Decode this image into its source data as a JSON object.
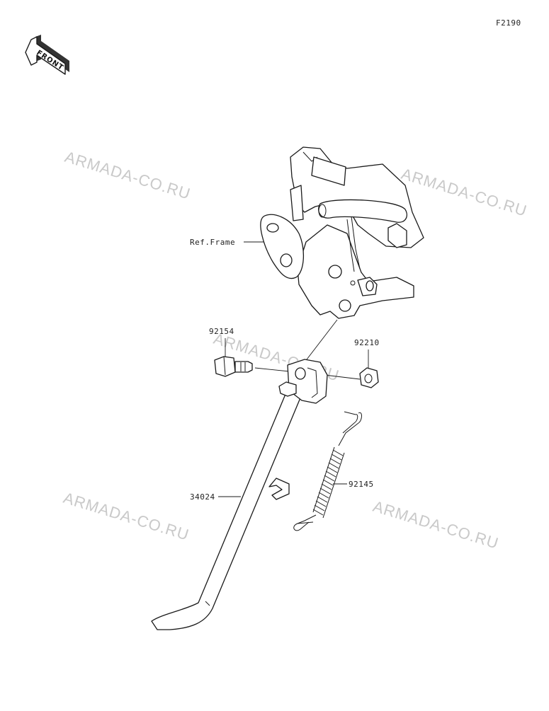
{
  "diagram_code": "F2190",
  "front_badge": "FRONT",
  "watermark": "ARMADA-CO.RU",
  "labels": {
    "ref_frame": "Ref.Frame",
    "bolt": "92154",
    "nut": "92210",
    "spring": "92145",
    "side_stand": "34024"
  }
}
